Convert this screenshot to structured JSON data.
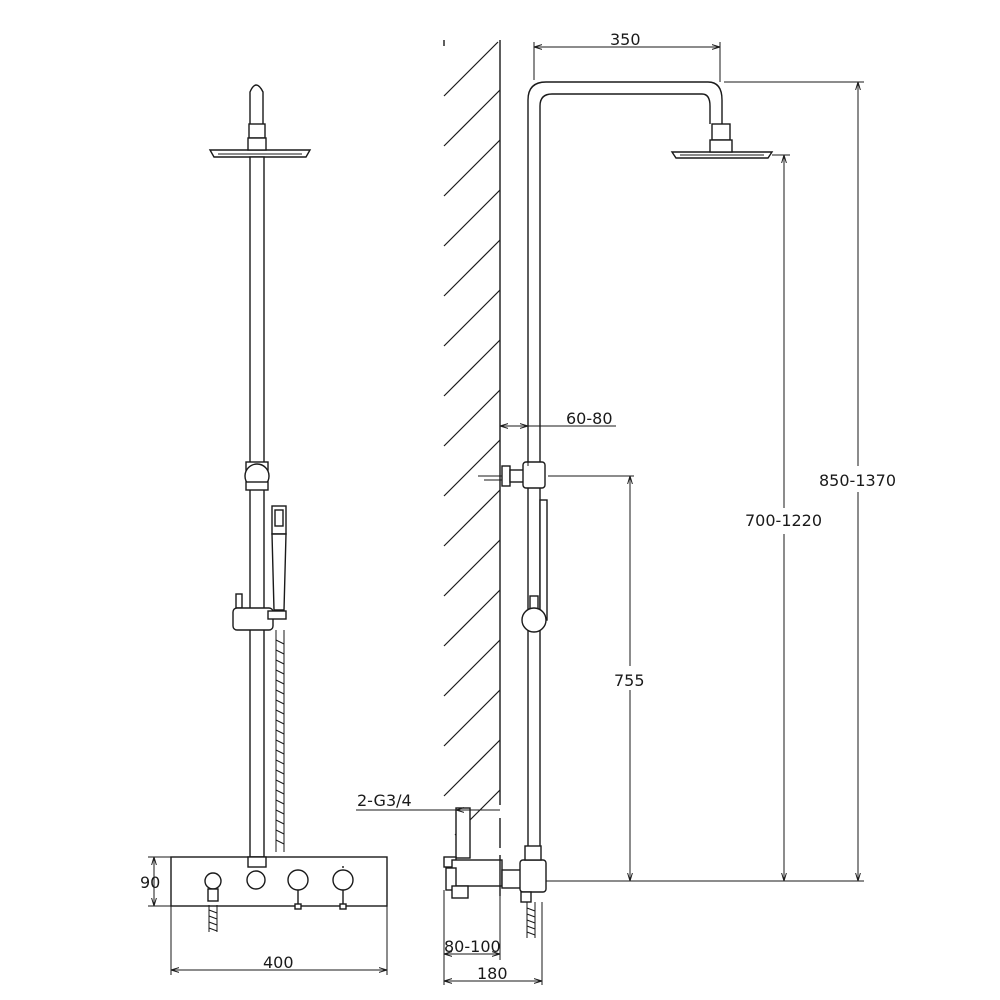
{
  "dimensions": {
    "arm_reach": "350",
    "head_height": "850-1370",
    "head_clearance": "700-1220",
    "wall_offset": "60-80",
    "bracket_height": "755",
    "inlet": "2-G3/4",
    "valve_height": "90",
    "valve_width": "400",
    "inlet_spacing": "80-100",
    "total_depth": "180"
  }
}
